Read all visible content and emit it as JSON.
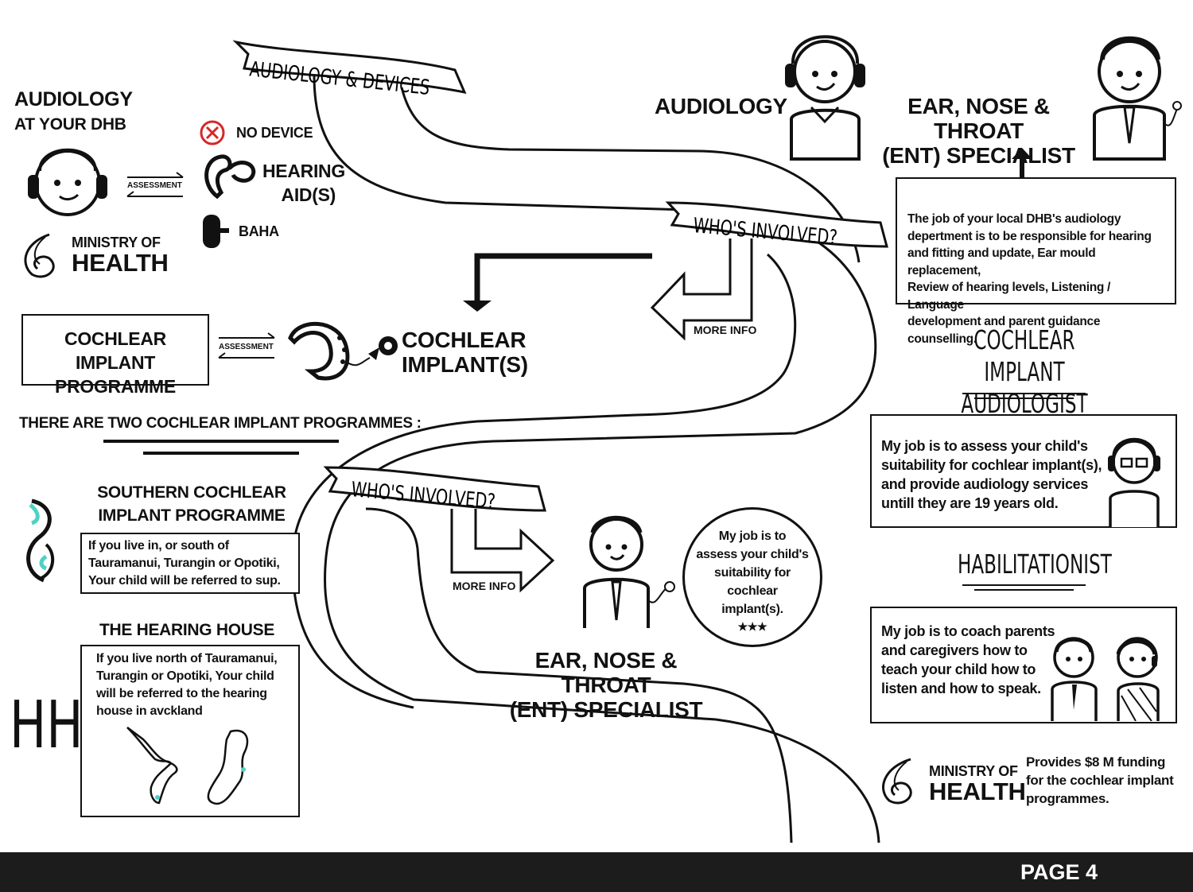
{
  "banners": {
    "top": "AUDIOLOGY & DEVICES",
    "who1": "WHO'S INVOLVED?",
    "who2": "WHO'S INVOLVED?"
  },
  "left": {
    "audiology_title": [
      "AUDIOLOGY",
      "AT YOUR DHB"
    ],
    "assessment_label": "ASSESSMENT",
    "devices": {
      "no_device": "NO DEVICE",
      "hearing_aids": [
        "HEARING",
        "AID(S)"
      ],
      "baha": "BAHA"
    },
    "ministry": {
      "line1": "MINISTRY OF",
      "line2": "HEALTH"
    },
    "ci_programme": [
      "COCHLEAR IMPLANT",
      "PROGRAMME"
    ],
    "ci_assessment_label": "ASSESSMENT",
    "cochlear_implants": [
      "COCHLEAR",
      "IMPLANT(S)"
    ],
    "two_programmes": "THERE ARE TWO COCHLEAR IMPLANT PROGRAMMES :",
    "southern": {
      "title": [
        "SOUTHERN COCHLEAR",
        "IMPLANT PROGRAMME"
      ],
      "text": [
        "If you live in, or south of",
        "Tauramanui, Turangin or Opotiki,",
        "Your child will be referred to sup."
      ]
    },
    "hearing_house": {
      "title": "THE HEARING HOUSE",
      "text": [
        "If you live north of Tauramanui,",
        "Turangin or Opotiki, Your child",
        "will be referred to the hearing",
        "house in avckland"
      ],
      "logo": "HH"
    }
  },
  "center": {
    "more_info_1": "MORE INFO",
    "more_info_2": "MORE INFO",
    "ent_title": [
      "EAR, NOSE & THROAT",
      "(ENT) SPECIALIST"
    ],
    "ent_bubble": [
      "My job is to",
      "assess your child's",
      "suitability for",
      "cochlear",
      "implant(s)."
    ]
  },
  "right": {
    "audiology": "AUDIOLOGY",
    "ent_title": [
      "EAR, NOSE & THROAT",
      "(ENT) SPECIALIST"
    ],
    "dhb_text": [
      "The job of your local DHB's audiology",
      "depertment is to be responsible for hearing",
      "and fitting and update, Ear mould replacement,",
      "Review of hearing levels, Listening / Language",
      "development and parent guidance counselling."
    ],
    "ci_audiologist_title": [
      "COCHLEAR IMPLANT",
      "AUDIOLOGIST"
    ],
    "ci_audiologist_text": [
      "My job is to assess your child's",
      "suitability for cochlear implant(s),",
      "and provide audiology services",
      "untill they are 19 years old."
    ],
    "habilitationist_title": "HABILITATIONIST",
    "habilitationist_text": [
      "My job is to coach parents",
      "and caregivers how to",
      "teach your child how to",
      "listen and how to speak."
    ],
    "ministry": {
      "line1": "MINISTRY OF",
      "line2": "HEALTH"
    },
    "funding": [
      "Provides $8 M funding",
      "for the cochlear implant",
      "programmes."
    ]
  },
  "footer": {
    "page": "PAGE 4"
  },
  "colors": {
    "accent": "#4fd1c5",
    "ink": "#111111",
    "footer": "#1c1c1c"
  }
}
